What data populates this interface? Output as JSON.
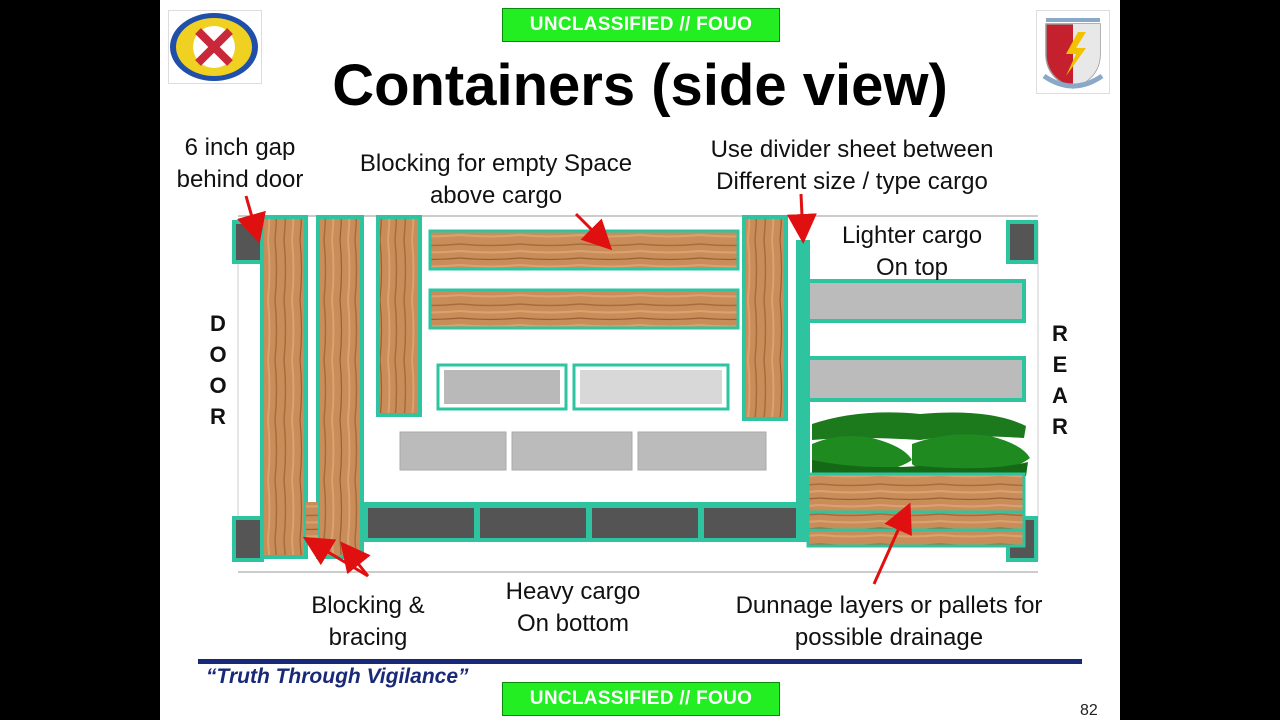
{
  "header": {
    "classification": "UNCLASSIFIED // FOUO"
  },
  "footer": {
    "classification": "UNCLASSIFIED // FOUO",
    "motto": "“Truth Through Vigilance”",
    "page_number": "82"
  },
  "title": "Containers (side view)",
  "side_labels": {
    "door": [
      "D",
      "O",
      "O",
      "R"
    ],
    "rear": [
      "R",
      "E",
      "A",
      "R"
    ]
  },
  "annotations": {
    "gap": [
      "6 inch gap",
      "behind door"
    ],
    "blocking_empty": [
      "Blocking for empty Space",
      "above cargo"
    ],
    "divider": [
      "Use divider sheet between",
      "Different size / type cargo"
    ],
    "lighter": [
      "Lighter cargo",
      "On top"
    ],
    "blocking_bracing": [
      "Blocking &",
      "bracing"
    ],
    "heavy": [
      "Heavy cargo",
      "On bottom"
    ],
    "dunnage": [
      "Dunnage layers or pallets for",
      "possible drainage"
    ]
  },
  "colors": {
    "teal": "#2ec4a0",
    "wood": "#c98d5a",
    "grey_box": "#b9b9b9",
    "dark_block": "#545454",
    "arrow": "#e01010",
    "green_bags": "#1c7a1c",
    "banner": "#22ee22",
    "navy": "#1a2878"
  },
  "icons": {
    "left_logo": "crossed-swords-shield-icon",
    "right_logo": "lightning-shield-icon"
  }
}
